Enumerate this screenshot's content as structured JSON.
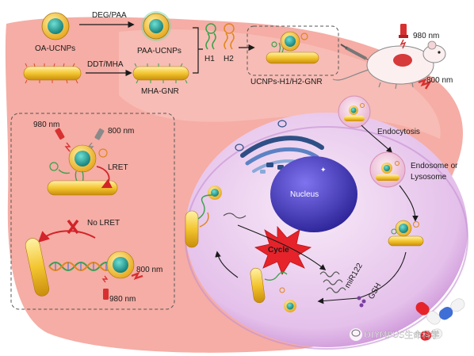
{
  "synthesis": {
    "oa_ucnps": "OA-UCNPs",
    "deg_paa": "DEG/PAA",
    "paa_ucnps": "PAA-UCNPs",
    "ddt_mha": "DDT/MHA",
    "mha_gnr": "MHA-GNR",
    "h1": "H1",
    "h2": "H2",
    "product": "UCNPs-H1/H2-GNR"
  },
  "mouse": {
    "laser_980": "980 nm",
    "laser_800": "800 nm"
  },
  "mechanism": {
    "laser_980": "980 nm",
    "laser_800": "800 nm",
    "lret": "LRET",
    "no_lret": "No LRET",
    "laser_800_bottom": "800 nm",
    "laser_980_bottom": "980 nm"
  },
  "cell": {
    "endocytosis": "Endocytosis",
    "endosome_line1": "Endosome or",
    "endosome_line2": "Lysosome",
    "nucleus": "Nucleus",
    "cycle": "Cycle",
    "mir122": "miR122",
    "gsh": "GSH"
  },
  "watermark": "OLYMPUS生命科学",
  "colors": {
    "liver": "#f08a80",
    "cell": "#e7c2ec",
    "nucleus": "#4a3fc0",
    "gold_rod": "#f2c12e",
    "ucnp_core": "#2aa19a",
    "dashed_border": "#555555"
  }
}
